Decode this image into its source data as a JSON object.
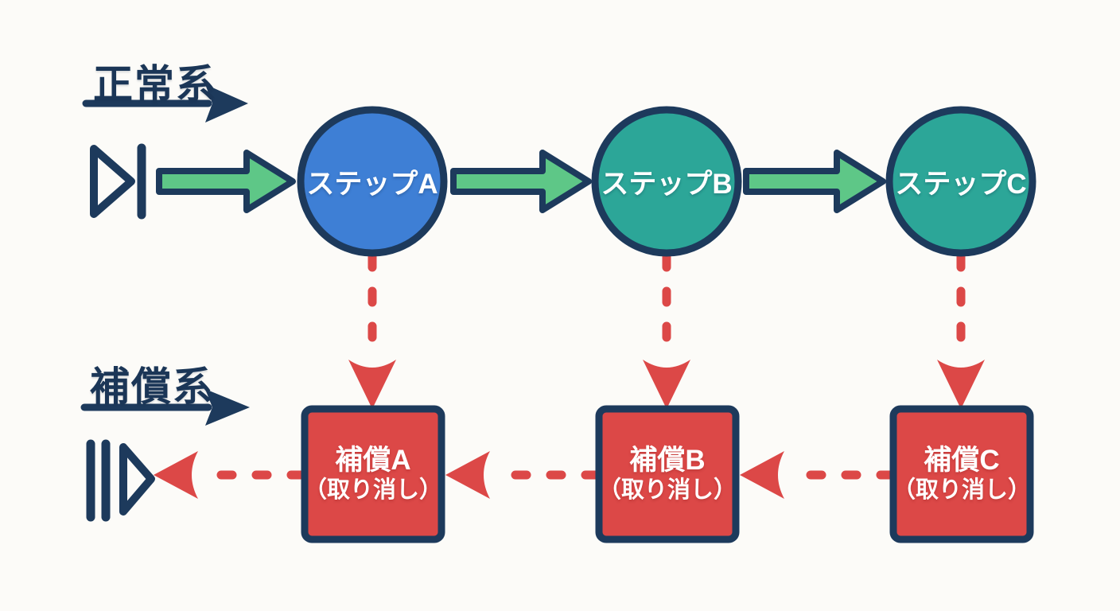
{
  "colors": {
    "background": "#fcfbf8",
    "navy": "#1d3a5c",
    "green": "#5ec787",
    "blue": "#3e7fd5",
    "teal": "#2ca698",
    "red": "#dc4847",
    "white": "#ffffff"
  },
  "legend": {
    "normal_flow": "正常系",
    "compensation_flow": "補償系"
  },
  "steps": [
    {
      "label": "ステップA",
      "fill": "#3e7fd5"
    },
    {
      "label": "ステップB",
      "fill": "#2ca698"
    },
    {
      "label": "ステップC",
      "fill": "#2ca698"
    }
  ],
  "compensations": [
    {
      "label": "補償A",
      "sublabel": "（取り消し）",
      "fill": "#dc4847"
    },
    {
      "label": "補償B",
      "sublabel": "（取り消し）",
      "fill": "#dc4847"
    },
    {
      "label": "補償C",
      "sublabel": "（取り消し）",
      "fill": "#dc4847"
    }
  ]
}
